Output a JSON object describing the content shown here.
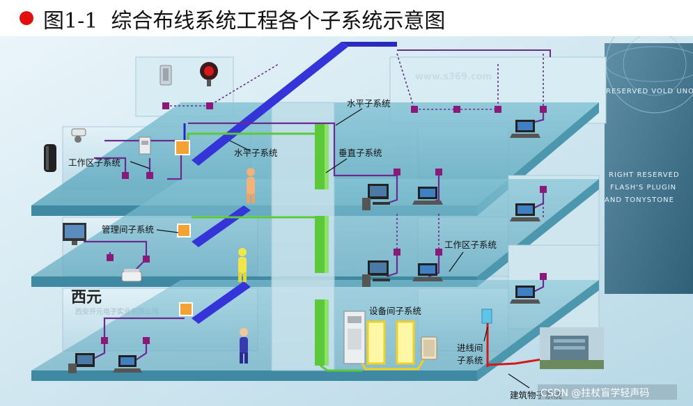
{
  "title": {
    "figure_number": "图1-1",
    "text": "综合布线系统工程各个子系统示意图"
  },
  "labels": {
    "horizontal_top": "水平子系统",
    "horizontal_mid": "水平子系统",
    "vertical": "垂直子系统",
    "work_area_left": "工作区子系统",
    "work_area_right": "工作区子系统",
    "admin": "管理间子系统",
    "equipment": "设备间子系统",
    "entrance_line1": "进线间",
    "entrance_line2": "子系统",
    "building_group": "建筑物子系统"
  },
  "watermarks": {
    "site": "www.s369.com",
    "company": "西安开元电子实业有限公司",
    "logo": "西元",
    "right_1": "RIGHT RESERVED",
    "right_2": "FLASH'S PLUGIN",
    "right_3": "AND TONYSTONE",
    "right_4": "RESERVED VOLD UNO"
  },
  "credit": "CSDN @拄杖盲学轻声码",
  "colors": {
    "horizontal_duct": "#3434d8",
    "vertical_cable": "#5cc93a",
    "cable_purple": "#6b2a8f",
    "outlet": "#8a1a7a",
    "floor_slab": "#6fb5c9",
    "wall": "#cfe6ef",
    "building_link": "#d41818",
    "accent_red": "#e01010"
  },
  "icons": [
    "speaker-icon",
    "alarm-bell-icon",
    "camera-icon",
    "computer-icon",
    "laptop-icon",
    "telephone-icon",
    "monitor-icon",
    "person-icon",
    "server-rack-icon",
    "cabinet-icon"
  ]
}
